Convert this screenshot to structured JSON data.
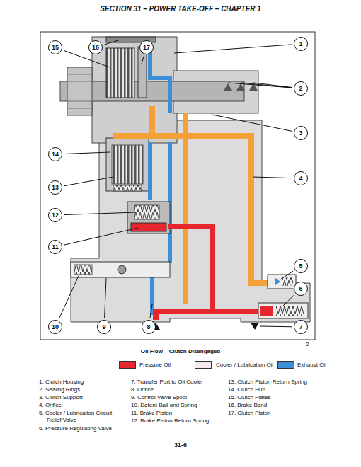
{
  "diagram": {
    "caption": "Oil Flow – Clutch Disengaged",
    "nodes": [
      {
        "text": [
          "15"
        ]
      },
      {
        "text": [
          "16"
        ]
      },
      {
        "text": [
          "17"
        ]
      },
      {
        "text": [
          "1"
        ]
      },
      {
        "text": [
          "2"
        ]
      },
      {
        "text": [
          "14"
        ]
      },
      {
        "text": [
          "3"
        ]
      },
      {
        "text": [
          "4"
        ]
      },
      {
        "text": [
          "13"
        ]
      },
      {
        "text": [
          "12"
        ]
      },
      {
        "text": [
          "11"
        ]
      },
      {
        "text": [
          "5"
        ]
      },
      {
        "text": [
          "6"
        ]
      },
      {
        "text": [
          "10"
        ]
      },
      {
        "text": [
          "9"
        ]
      },
      {
        "text": [
          "8"
        ]
      },
      {
        "text": [
          "7"
        ]
      }
    ],
    "labels": [
      "SECTION 31 – POWER TAKE-OFF – CHAPTER 1",
      "2",
      "1. Clutch Housing",
      "2. Sealing Rings",
      "3. Clutch Support",
      "4. Orifice",
      "5. Cooler / Lubrication Circuit Relief Valve",
      "6. Pressure Regulating Valve",
      "7. Transfer Port to Oil Cooler",
      "8. Orifice",
      "9. Control Valve Spool",
      "10. Detent Ball and Spring",
      "11. Brake Piston",
      "12. Brake Piston Return Spring",
      "13. Clutch Piston Return Spring",
      "14. Clutch Hub",
      "15. Clutch Plates",
      "16. Brake Band",
      "17. Clutch Piston",
      "31-6"
    ],
    "legend": [
      {
        "text": "Pressure Oil",
        "color": "#e8262d"
      },
      {
        "text": "Cooler / Lubrication Oil",
        "color": "#f6e9ec"
      },
      {
        "text": "Exhaust Oil",
        "color": "#3a8fd8"
      }
    ]
  }
}
